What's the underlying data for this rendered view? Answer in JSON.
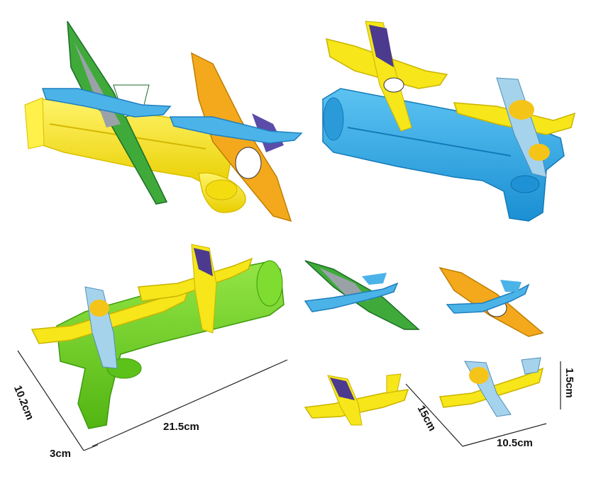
{
  "dimensions": {
    "height_left": "10.2cm",
    "depth_left": "3cm",
    "length_left": "21.5cm",
    "height_right": "15cm",
    "length_right": "10.5cm",
    "thickness_right": "1.5cm"
  },
  "colors": {
    "yellow": "#f6e61a",
    "orange": "#f4a91c",
    "green": "#6fd11e",
    "blue": "#25a2e2",
    "light_blue": "#4bb3e8",
    "purple": "#4b3a8e",
    "dark_green": "#1f8a3a"
  }
}
